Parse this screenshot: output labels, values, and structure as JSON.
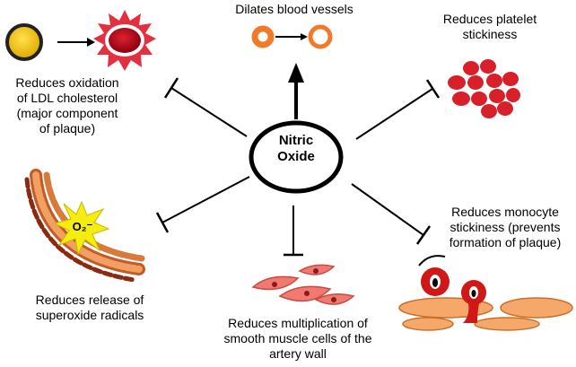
{
  "center": {
    "line1": "Nitric",
    "line2": "Oxide"
  },
  "effects": {
    "dilates": {
      "line1": "Dilates blood vessels"
    },
    "platelet": {
      "line1": "Reduces platelet",
      "line2": "stickiness"
    },
    "ldl": {
      "line1": "Reduces oxidation",
      "line2": "of LDL cholesterol",
      "line3": "(major component",
      "line4": "of plaque)"
    },
    "superoxide": {
      "line1": "Reduces release of",
      "line2": "superoxide radicals",
      "badge": "O₂⁻"
    },
    "smooth_muscle": {
      "line1": "Reduces multiplication of",
      "line2": "smooth muscle cells of the",
      "line3": "artery wall"
    },
    "monocyte": {
      "line1": "Reduces monocyte",
      "line2": "stickiness (prevents",
      "line3": "formation of plaque)"
    }
  },
  "colors": {
    "vessel_orange": "#f07a2a",
    "platelet_red": "#d8202a",
    "ldl_yellow": "#f2c200",
    "ldl_red": "#c8101a",
    "muscle_pink": "#f07a70",
    "monocyte_red": "#d01818",
    "endothelium_peach": "#f5a86a",
    "radical_yellow": "#f5ec10"
  }
}
